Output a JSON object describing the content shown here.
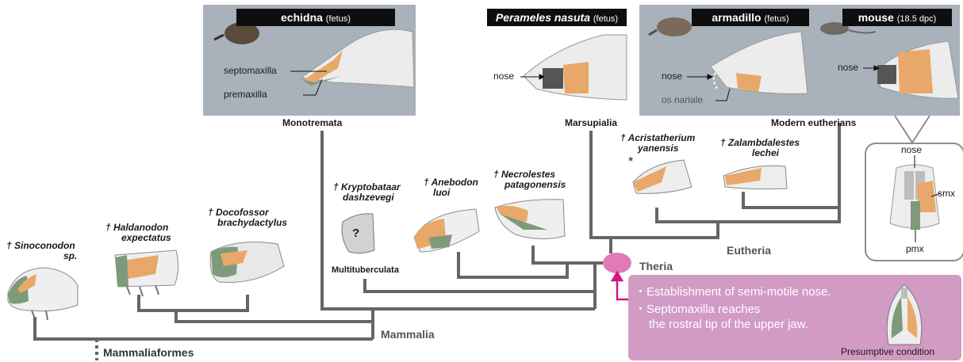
{
  "panels": {
    "echidna": {
      "name": "echidna",
      "note": "(fetus)",
      "labels": {
        "septomaxilla": "septomaxilla",
        "premaxilla": "premaxilla"
      }
    },
    "perameles": {
      "name": "Perameles nasuta",
      "note": "(fetus)",
      "labels": {
        "nose": "nose"
      }
    },
    "armadillo": {
      "name": "armadillo",
      "note": "(fetus)",
      "labels": {
        "nose": "nose",
        "os_nariale": "os nariale"
      }
    },
    "mouse": {
      "name": "mouse",
      "note": "(18.5 dpc)",
      "labels": {
        "nose": "nose"
      }
    }
  },
  "groups": {
    "monotremata": "Monotremata",
    "marsupialia": "Marsupialia",
    "modern_eutherians": "Modern eutherians",
    "multituberculata": "Multituberculata"
  },
  "taxa": {
    "sinoconodon": {
      "line1": "† Sinoconodon",
      "line2": "sp."
    },
    "haldanodon": {
      "line1": "† Haldanodon",
      "line2": "expectatus"
    },
    "docofossor": {
      "line1": "† Docofossor",
      "line2": "brachydactylus"
    },
    "kryptobataar": {
      "line1": "† Kryptobataar",
      "line2": "dashzevegi"
    },
    "anebodon": {
      "line1": "† Anebodon",
      "line2": "luoi"
    },
    "necrolestes": {
      "line1": "† Necrolestes",
      "line2": "patagonensis"
    },
    "acristatherium": {
      "line1": "† Acristatherium",
      "line2": "yanensis"
    },
    "zalambdalestes": {
      "line1": "† Zalambdalestes",
      "line2": "lechei"
    }
  },
  "markers": {
    "question": "?",
    "asterisk": "*"
  },
  "clades": {
    "theria": "Theria",
    "eutheria": "Eutheria",
    "mammalia": "Mammalia",
    "mammaliaformes": "Mammaliaformes"
  },
  "inset": {
    "nose": "nose",
    "smx": "smx",
    "pmx": "pmx"
  },
  "callout": {
    "line1": "・Establishment of semi-motile nose.",
    "line2": "・Septomaxilla reaches",
    "line3": "the rostral tip of the upper jaw.",
    "caption": "Presumptive condition"
  },
  "colors": {
    "septomaxilla": "#e8a86a",
    "premaxilla": "#7f9a7a",
    "panel_bg": "#a9b1bb",
    "callout_bg": "#d19bc4",
    "theria_node": "#e07ab8",
    "arrow": "#d6157d",
    "tree": "#666666"
  }
}
